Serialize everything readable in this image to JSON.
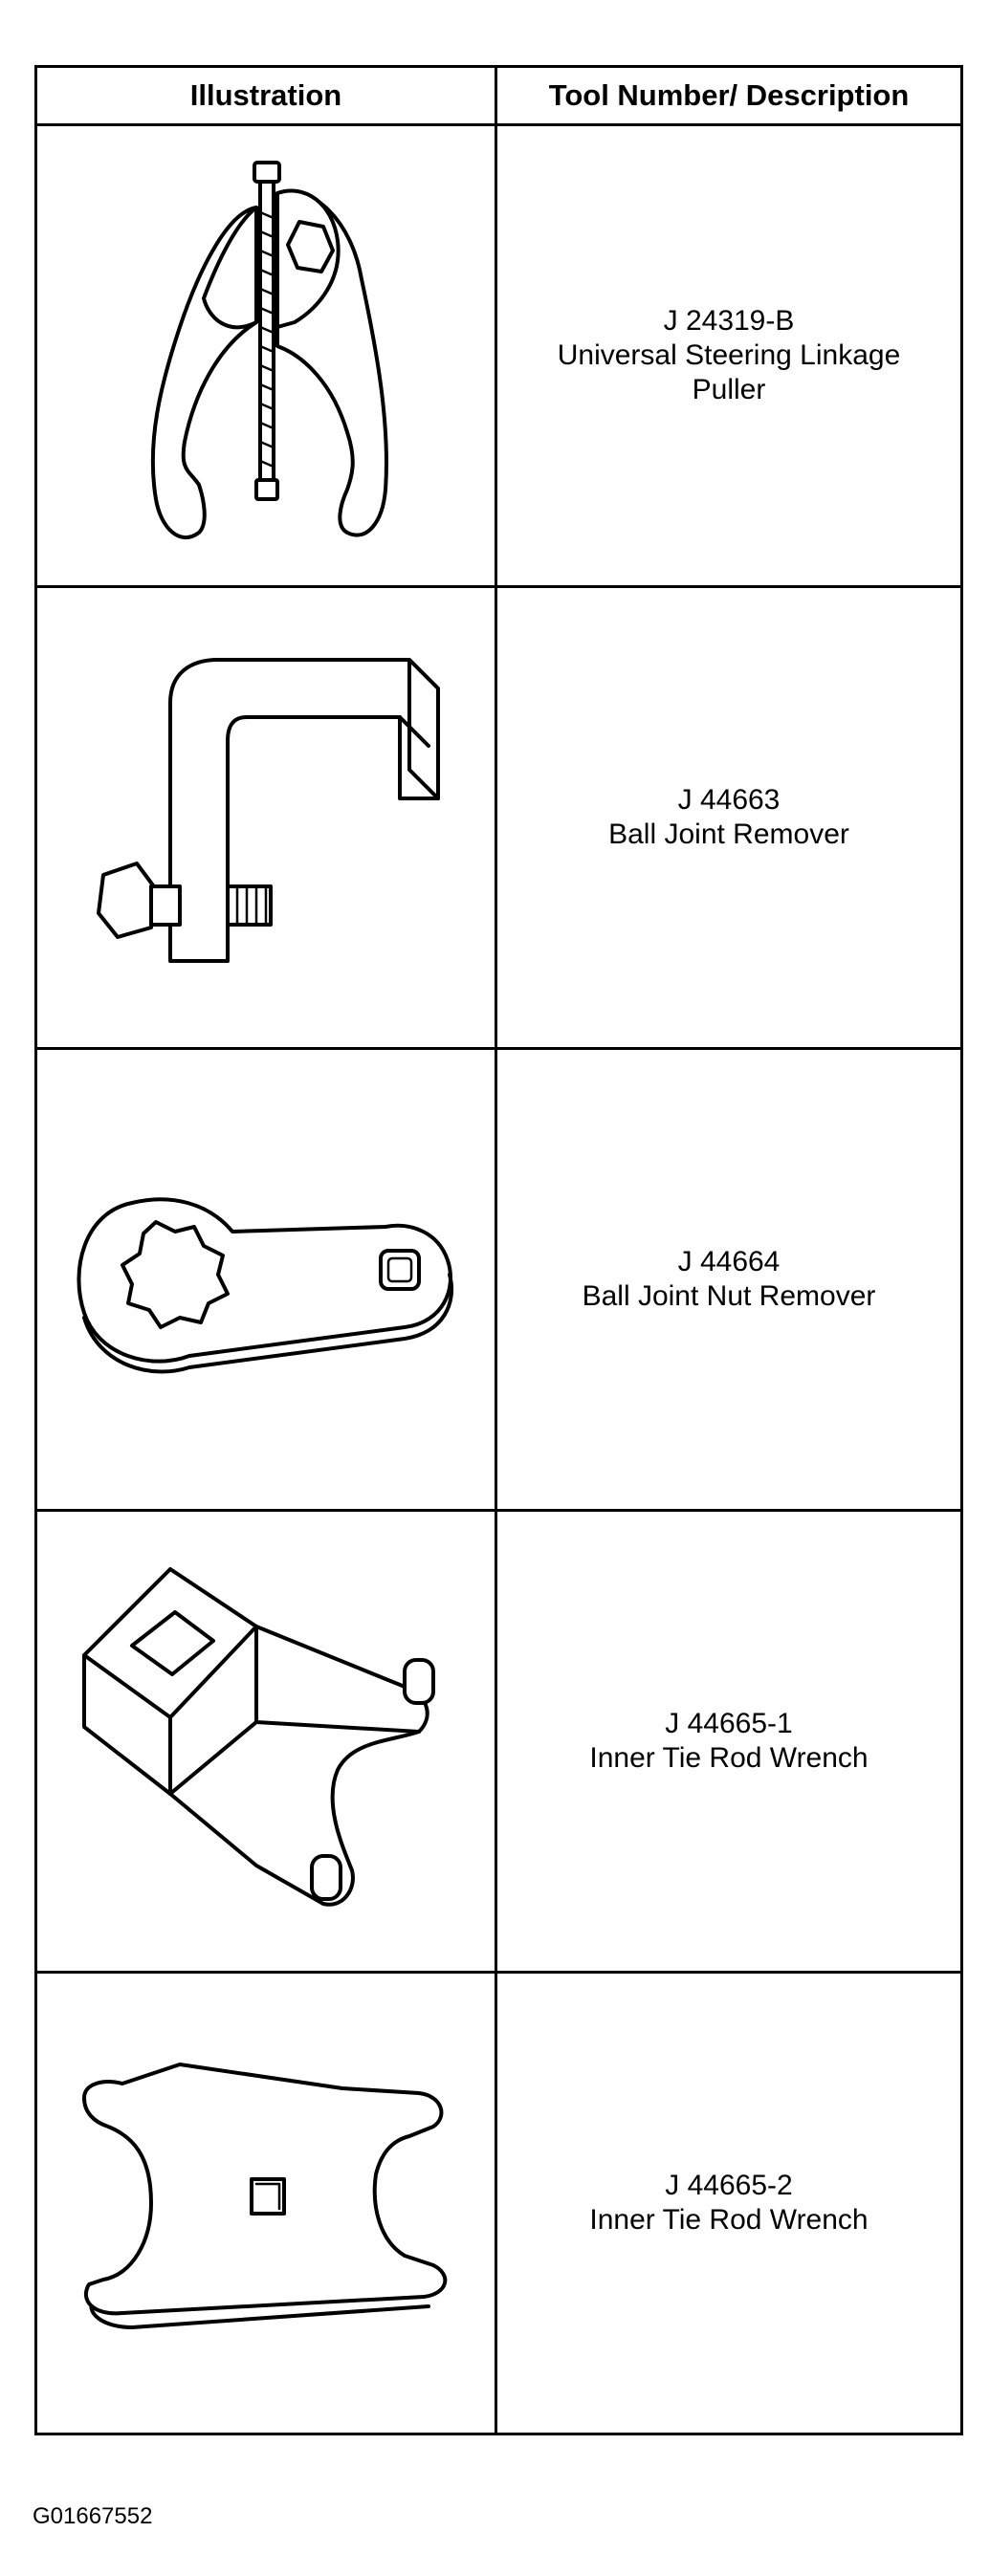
{
  "table": {
    "headers": {
      "illustration": "Illustration",
      "description": "Tool Number/ Description"
    },
    "rows": [
      {
        "tool_number": "J 24319-B",
        "description_lines": [
          "Universal Steering Linkage",
          "Puller"
        ],
        "icon": "steering-linkage-puller-icon"
      },
      {
        "tool_number": "J 44663",
        "description_lines": [
          "Ball Joint Remover"
        ],
        "icon": "ball-joint-remover-icon"
      },
      {
        "tool_number": "J 44664",
        "description_lines": [
          "Ball Joint Nut Remover"
        ],
        "icon": "ball-joint-nut-remover-icon"
      },
      {
        "tool_number": "J 44665-1",
        "description_lines": [
          "Inner Tie Rod Wrench"
        ],
        "icon": "inner-tie-rod-wrench-icon"
      },
      {
        "tool_number": "J 44665-2",
        "description_lines": [
          "Inner Tie Rod Wrench"
        ],
        "icon": "inner-tie-rod-wrench-2-icon"
      }
    ]
  },
  "footer": {
    "code": "G01667552"
  }
}
